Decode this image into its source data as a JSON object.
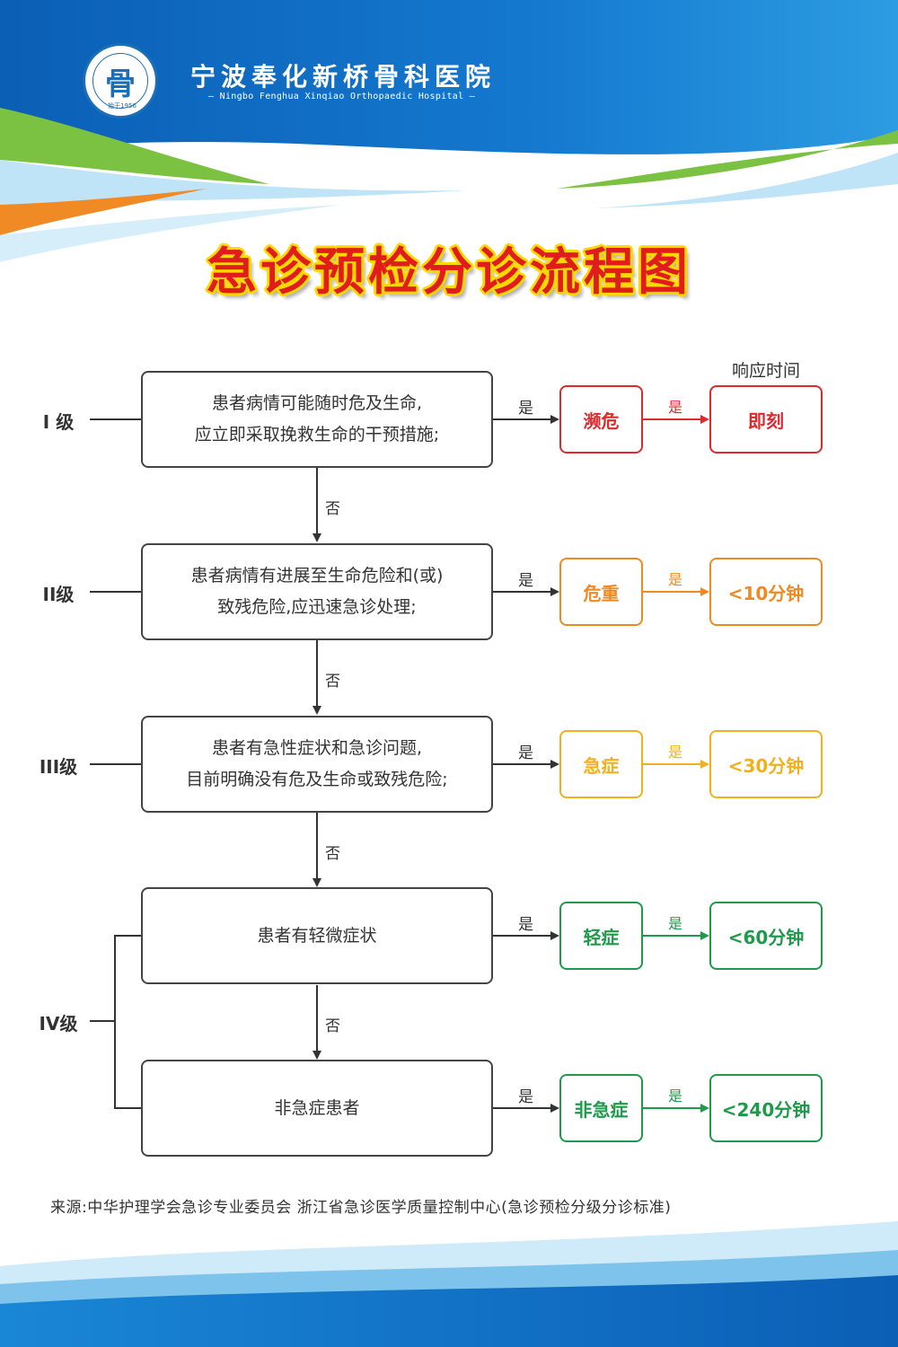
{
  "header": {
    "logo_char": "骨",
    "logo_est": "始于1956",
    "hospital_name_cn": "宁波奉化新桥骨科医院",
    "hospital_name_en": "— Ningbo Fenghua Xinqiao Orthopaedic Hospital —"
  },
  "title": "急诊预检分诊流程图",
  "response_time_header": "响应时间",
  "yes": "是",
  "no": "否",
  "levels": [
    {
      "label": "I 级",
      "question": [
        "患者病情可能随时危及生命,",
        "应立即采取挽救生命的干预措施;"
      ],
      "category": "濒危",
      "response": "即刻",
      "color": "#dc2a2e"
    },
    {
      "label": "II级",
      "question": [
        "患者病情有进展至生命危险和(或)",
        "致残危险,应迅速急诊处理;"
      ],
      "category": "危重",
      "response": "<10分钟",
      "color": "#ee8a22"
    },
    {
      "label": "III级",
      "question": [
        "患者有急性症状和急诊问题,",
        "目前明确没有危及生命或致残危险;"
      ],
      "category": "急症",
      "response": "<30分钟",
      "color": "#f2b01e"
    },
    {
      "label": "IV级",
      "question": [
        "患者有轻微症状"
      ],
      "category": "轻症",
      "response": "<60分钟",
      "color": "#1e9a4a"
    },
    {
      "question": [
        "非急症患者"
      ],
      "category": "非急症",
      "response": "<240分钟",
      "color": "#1e9a4a"
    }
  ],
  "source": "来源:中华护理学会急诊专业委员会 浙江省急诊医学质量控制中心(急诊预检分级分诊标准)"
}
